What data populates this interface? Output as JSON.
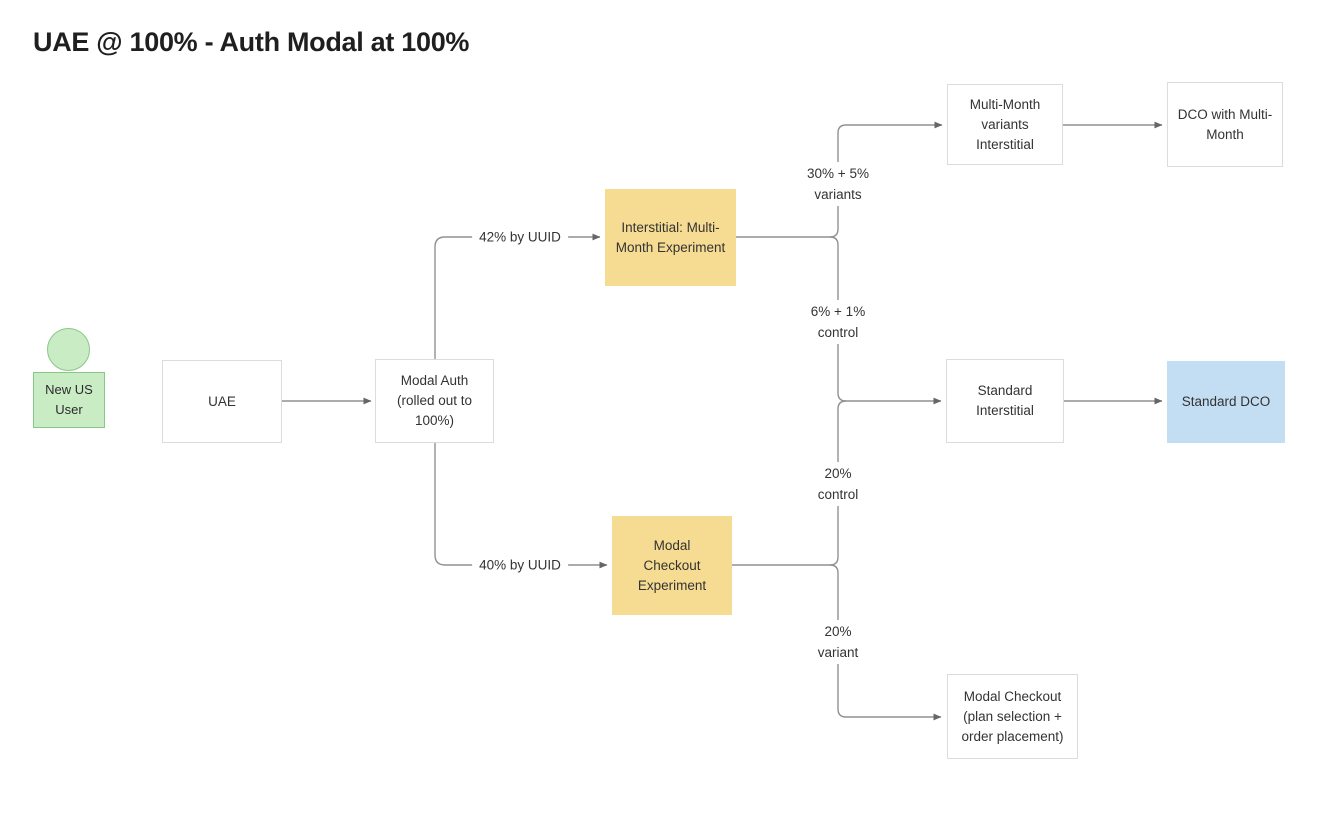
{
  "title": "UAE @ 100% - Auth Modal at 100%",
  "colors": {
    "title_text": "#1f1f1f",
    "node_text": "#333333",
    "box_border": "#dcdcdc",
    "yellow_fill": "#f6db92",
    "blue_fill": "#c3def2",
    "green_fill": "#c9ecc5",
    "green_border": "#88c788",
    "connector": "#919191",
    "arrowhead": "#666666"
  },
  "nodes": {
    "new_us_user": {
      "label": "New US\nUser",
      "type": "actor",
      "color": "green"
    },
    "uae": {
      "label": "UAE",
      "type": "process",
      "color": "white"
    },
    "modal_auth": {
      "label": "Modal Auth\n(rolled out to\n100%)",
      "type": "process",
      "color": "white"
    },
    "interstitial_mm": {
      "label": "Interstitial: Multi-\nMonth Experiment",
      "type": "experiment",
      "color": "yellow"
    },
    "mm_variants": {
      "label": "Multi-Month\nvariants\nInterstitial",
      "type": "process",
      "color": "white"
    },
    "dco_mm": {
      "label": "DCO with Multi-\nMonth",
      "type": "process",
      "color": "white"
    },
    "standard_interstitial": {
      "label": "Standard\nInterstitial",
      "type": "process",
      "color": "white"
    },
    "standard_dco": {
      "label": "Standard DCO",
      "type": "outcome",
      "color": "blue"
    },
    "modal_checkout_exp": {
      "label": "Modal\nCheckout\nExperiment",
      "type": "experiment",
      "color": "yellow"
    },
    "modal_checkout": {
      "label": "Modal Checkout\n(plan selection +\norder placement)",
      "type": "process",
      "color": "white"
    }
  },
  "edge_labels": {
    "pct42": "42% by UUID",
    "pct40": "40% by UUID",
    "variants_30_5": "30% + 5%\nvariants",
    "control_6_1": "6% + 1%\ncontrol",
    "control_20": "20%\ncontrol",
    "variant_20": "20%\nvariant"
  }
}
